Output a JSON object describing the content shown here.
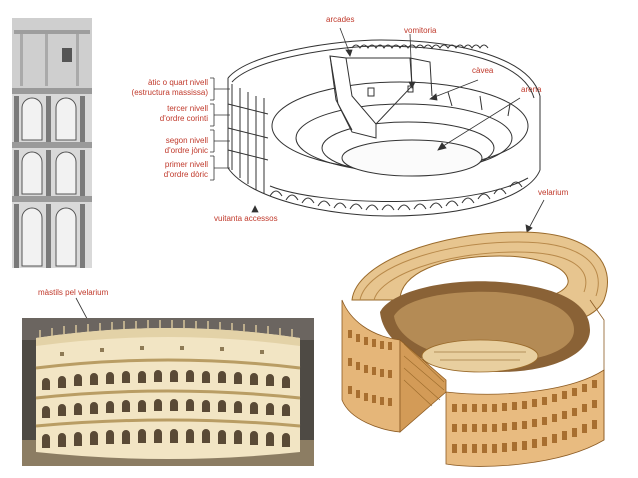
{
  "colors": {
    "label": "#c0392b",
    "stone_light": "#f4eedc",
    "stone_dark": "#6b6b6b",
    "model_warm": "#e9c38a",
    "model_shadow": "#a9762f",
    "line": "#333333"
  },
  "labels": {
    "arcades": "arcades",
    "vomitoria": "vomitoria",
    "cavea": "càvea",
    "arena": "arena",
    "attic": "àtic o quart nivell",
    "attic_sub": "(estructura massissa)",
    "third": "tercer nivell",
    "third_sub": "d'ordre corinti",
    "second": "segon nivell",
    "second_sub": "d'ordre jònic",
    "first": "primer nivell",
    "first_sub": "d'ordre dòric",
    "entrances": "vuitanta accessos",
    "velarium": "velarium",
    "masts": "màstils pel velarium"
  },
  "icons": [
    "arrow-icon"
  ]
}
